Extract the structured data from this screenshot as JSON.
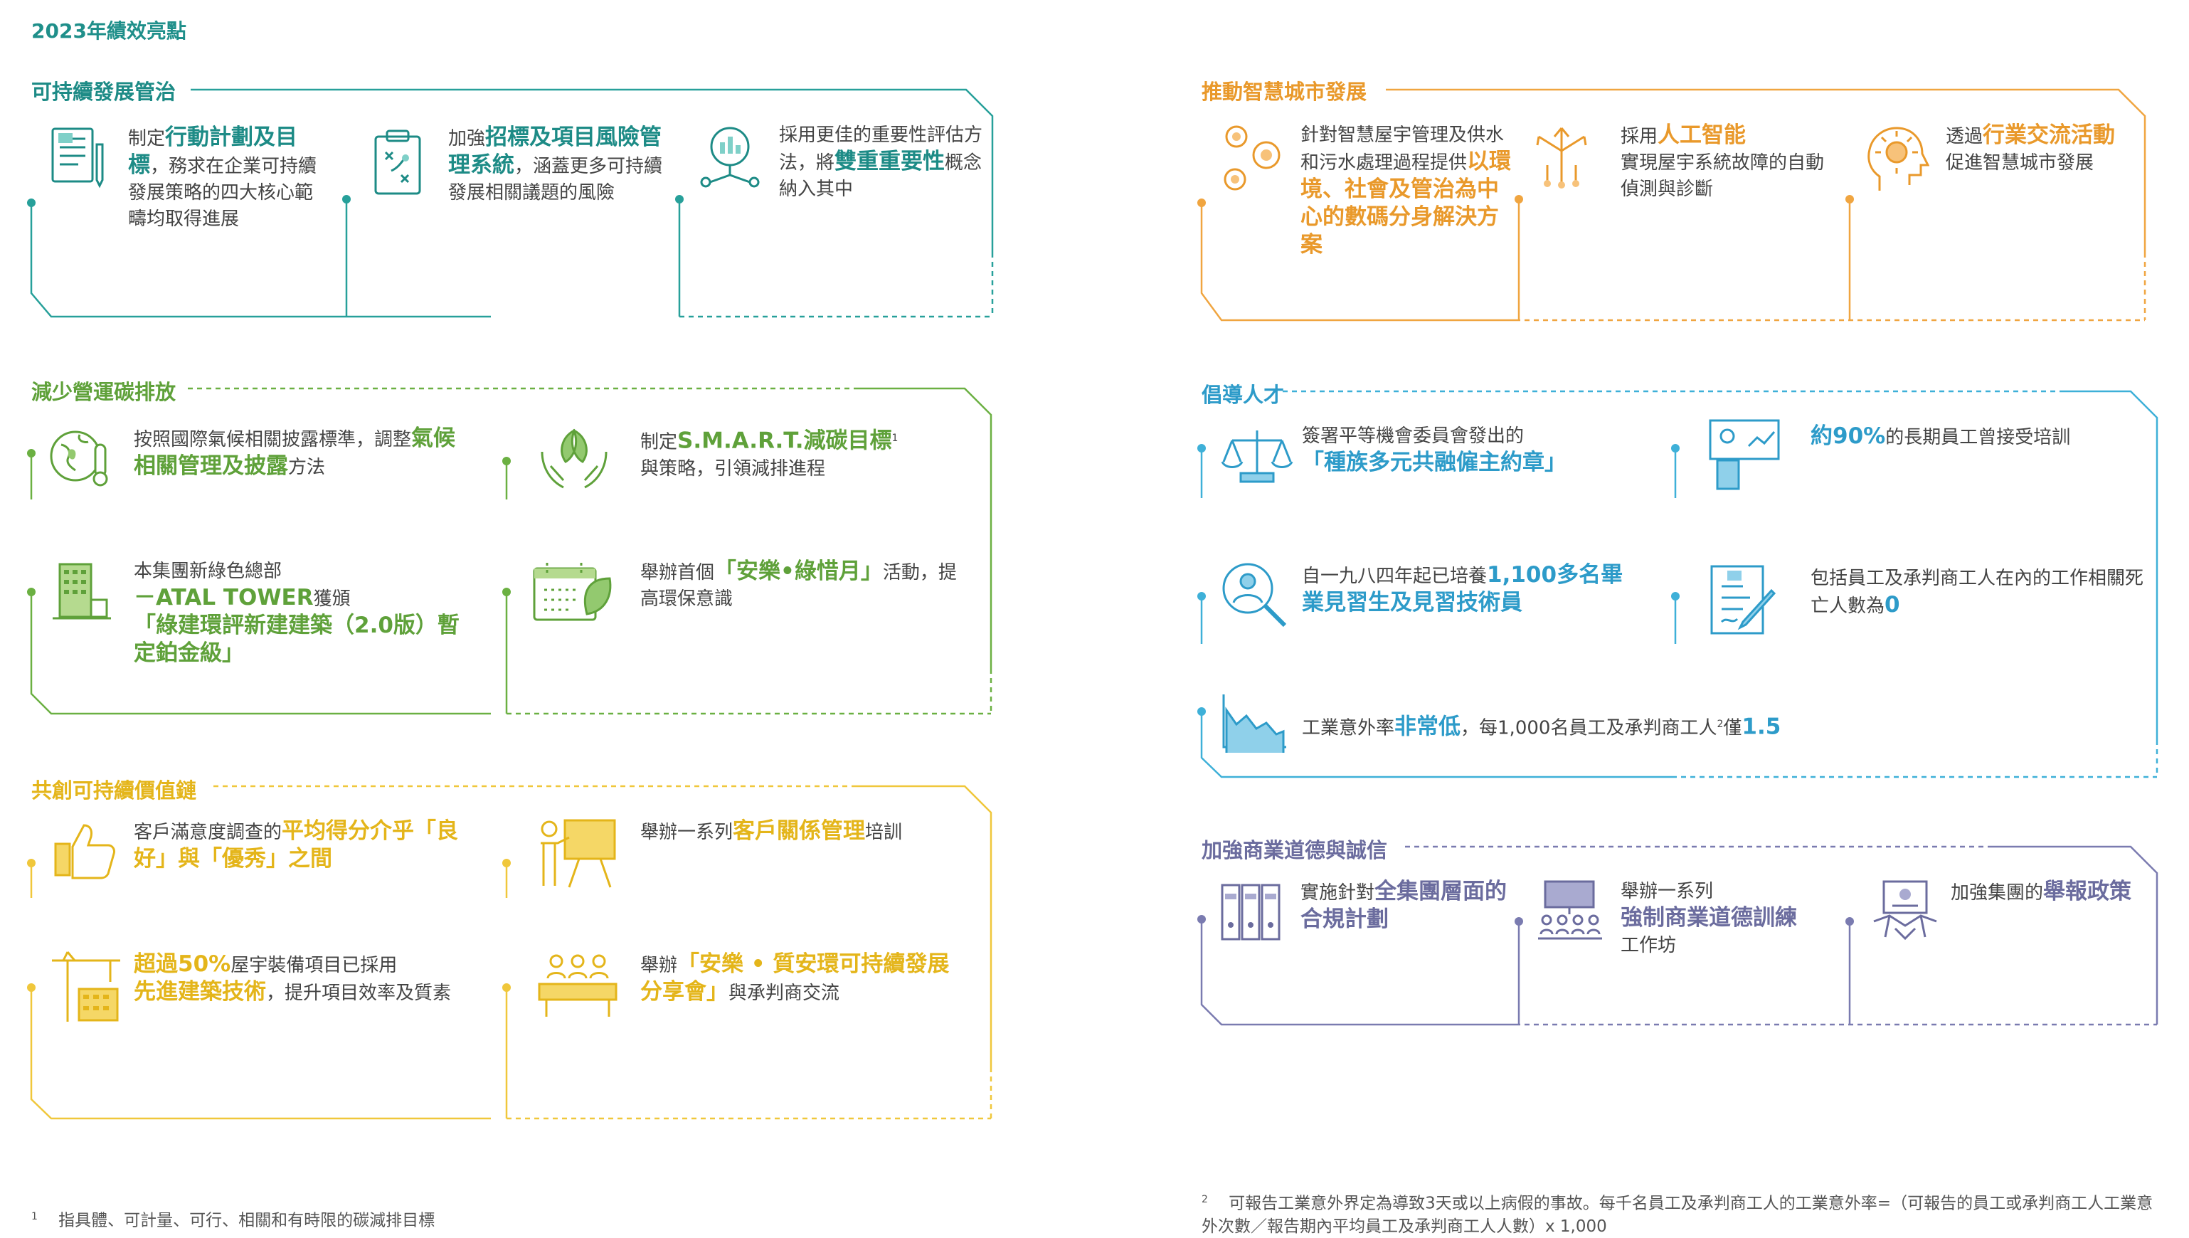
{
  "page_title": "2023年績效亮點",
  "colors": {
    "teal": "#1d8b86",
    "green": "#5fa13a",
    "yellow": "#e4b51a",
    "orange": "#e9992b",
    "blue": "#2d9bc9",
    "purple": "#6b6c9e"
  },
  "sections": {
    "sustainability": {
      "title": "可持續發展管治",
      "items": [
        {
          "icon": "document-pen-icon",
          "pre": "制定",
          "hl": "行動計劃及目標",
          "post": "，務求在企業可持續發展策略的四大核心範疇均取得進展"
        },
        {
          "icon": "clipboard-strategy-icon",
          "pre": "加強",
          "hl": "招標及項目風險管理系統",
          "post": "，涵蓋更多可持續發展相關議題的風險"
        },
        {
          "icon": "chart-network-icon",
          "pre": "採用更佳的重要性評估方法，將",
          "hl": "雙重重要性",
          "post": "概念納入其中"
        }
      ]
    },
    "carbon": {
      "title": "減少營運碳排放",
      "items": [
        {
          "icon": "globe-thermometer-icon",
          "pre": "按照國際氣候相關披露標準，調整",
          "hl": "氣候相關管理及披露",
          "post": "方法"
        },
        {
          "icon": "hands-leaf-icon",
          "pre": "制定",
          "hl": "S.M.A.R.T.減碳目標",
          "sup": "1",
          "post": "與策略，引領減排進程"
        },
        {
          "icon": "green-building-icon",
          "pre": "本集團新綠色總部",
          "hl": "－ATAL TOWER",
          "mid": "獲頒",
          "hl2": "「綠建環評新建建築（2.0版）暫定鉑金級」",
          "post": ""
        },
        {
          "icon": "calendar-leaf-icon",
          "pre": "舉辦首個",
          "hl": "「安樂•綠惜月」",
          "post": "活動，提高環保意識"
        }
      ]
    },
    "value_chain": {
      "title": "共創可持續價值鏈",
      "items": [
        {
          "icon": "thumbs-up-icon",
          "pre": "客戶滿意度調查的",
          "hl": "平均得分介乎「良好」與「優秀」之間",
          "post": ""
        },
        {
          "icon": "presentation-icon",
          "pre": "舉辦一系列",
          "hl": "客戶關係管理",
          "post": "培訓"
        },
        {
          "icon": "construction-crane-icon",
          "pre": "",
          "hl": "超過50%",
          "mid": "屋宇裝備項目已採用",
          "hl2": "先進建築技術",
          "post": "，提升項目效率及質素"
        },
        {
          "icon": "meeting-table-icon",
          "pre": "舉辦",
          "hl": "「安樂 • 質安環可持續發展分享會」",
          "post": "與承判商交流"
        }
      ]
    },
    "smart_city": {
      "title": "推動智慧城市發展",
      "items": [
        {
          "icon": "gears-icon",
          "pre": "針對智慧屋宇管理及供水和污水處理過程提供",
          "hl": "以環境、社會及管治為中心的數碼分身解決方案",
          "post": ""
        },
        {
          "icon": "ai-arrows-icon",
          "pre": "採用",
          "hl": "人工智能",
          "post": "實現屋宇系統故障的自動偵測與診斷"
        },
        {
          "icon": "head-lightbulb-icon",
          "pre": "透過",
          "hl": "行業交流活動",
          "post": "促進智慧城市發展"
        }
      ]
    },
    "talent": {
      "title": "倡導人才",
      "items": [
        {
          "icon": "scale-icon",
          "pre": "簽署平等機會委員會發出的",
          "hl": "「種族多元共融僱主約章」",
          "post": ""
        },
        {
          "icon": "trainer-board-icon",
          "pre": "",
          "hl": "約90%",
          "post": "的長期員工曾接受培訓"
        },
        {
          "icon": "search-person-icon",
          "pre": "自一九八四年起已培養",
          "hl": "1,100多名畢業見習生及見習技術員",
          "post": ""
        },
        {
          "icon": "document-sign-icon",
          "pre": "包括員工及承判商工人在內的工作相關死亡人數為",
          "hl": "0",
          "post": ""
        },
        {
          "icon": "declining-chart-icon",
          "pre": "工業意外率",
          "hl": "非常低",
          "mid": "，每1,000名員工及承判商工人",
          "sup": "2",
          "mid2": "僅",
          "hl2": "1.5",
          "post": ""
        }
      ]
    },
    "ethics": {
      "title": "加強商業道德與誠信",
      "items": [
        {
          "icon": "binders-icon",
          "pre": "實施針對",
          "hl": "全集團層面的合規計劃",
          "post": ""
        },
        {
          "icon": "training-room-icon",
          "pre": "舉辦一系列",
          "hl": "強制商業道德訓練",
          "post": "工作坊"
        },
        {
          "icon": "handshake-certificate-icon",
          "pre": "加強集團的",
          "hl": "舉報政策",
          "post": ""
        }
      ]
    }
  },
  "footnotes": [
    {
      "num": "1",
      "text": "指具體、可計量、可行、相關和有時限的碳減排目標"
    },
    {
      "num": "2",
      "text": "可報告工業意外界定為導致3天或以上病假的事故。每千名員工及承判商工人的工業意外率=（可報告的員工或承判商工人工業意外次數／報告期內平均員工及承判商工人人數）x 1,000"
    }
  ]
}
